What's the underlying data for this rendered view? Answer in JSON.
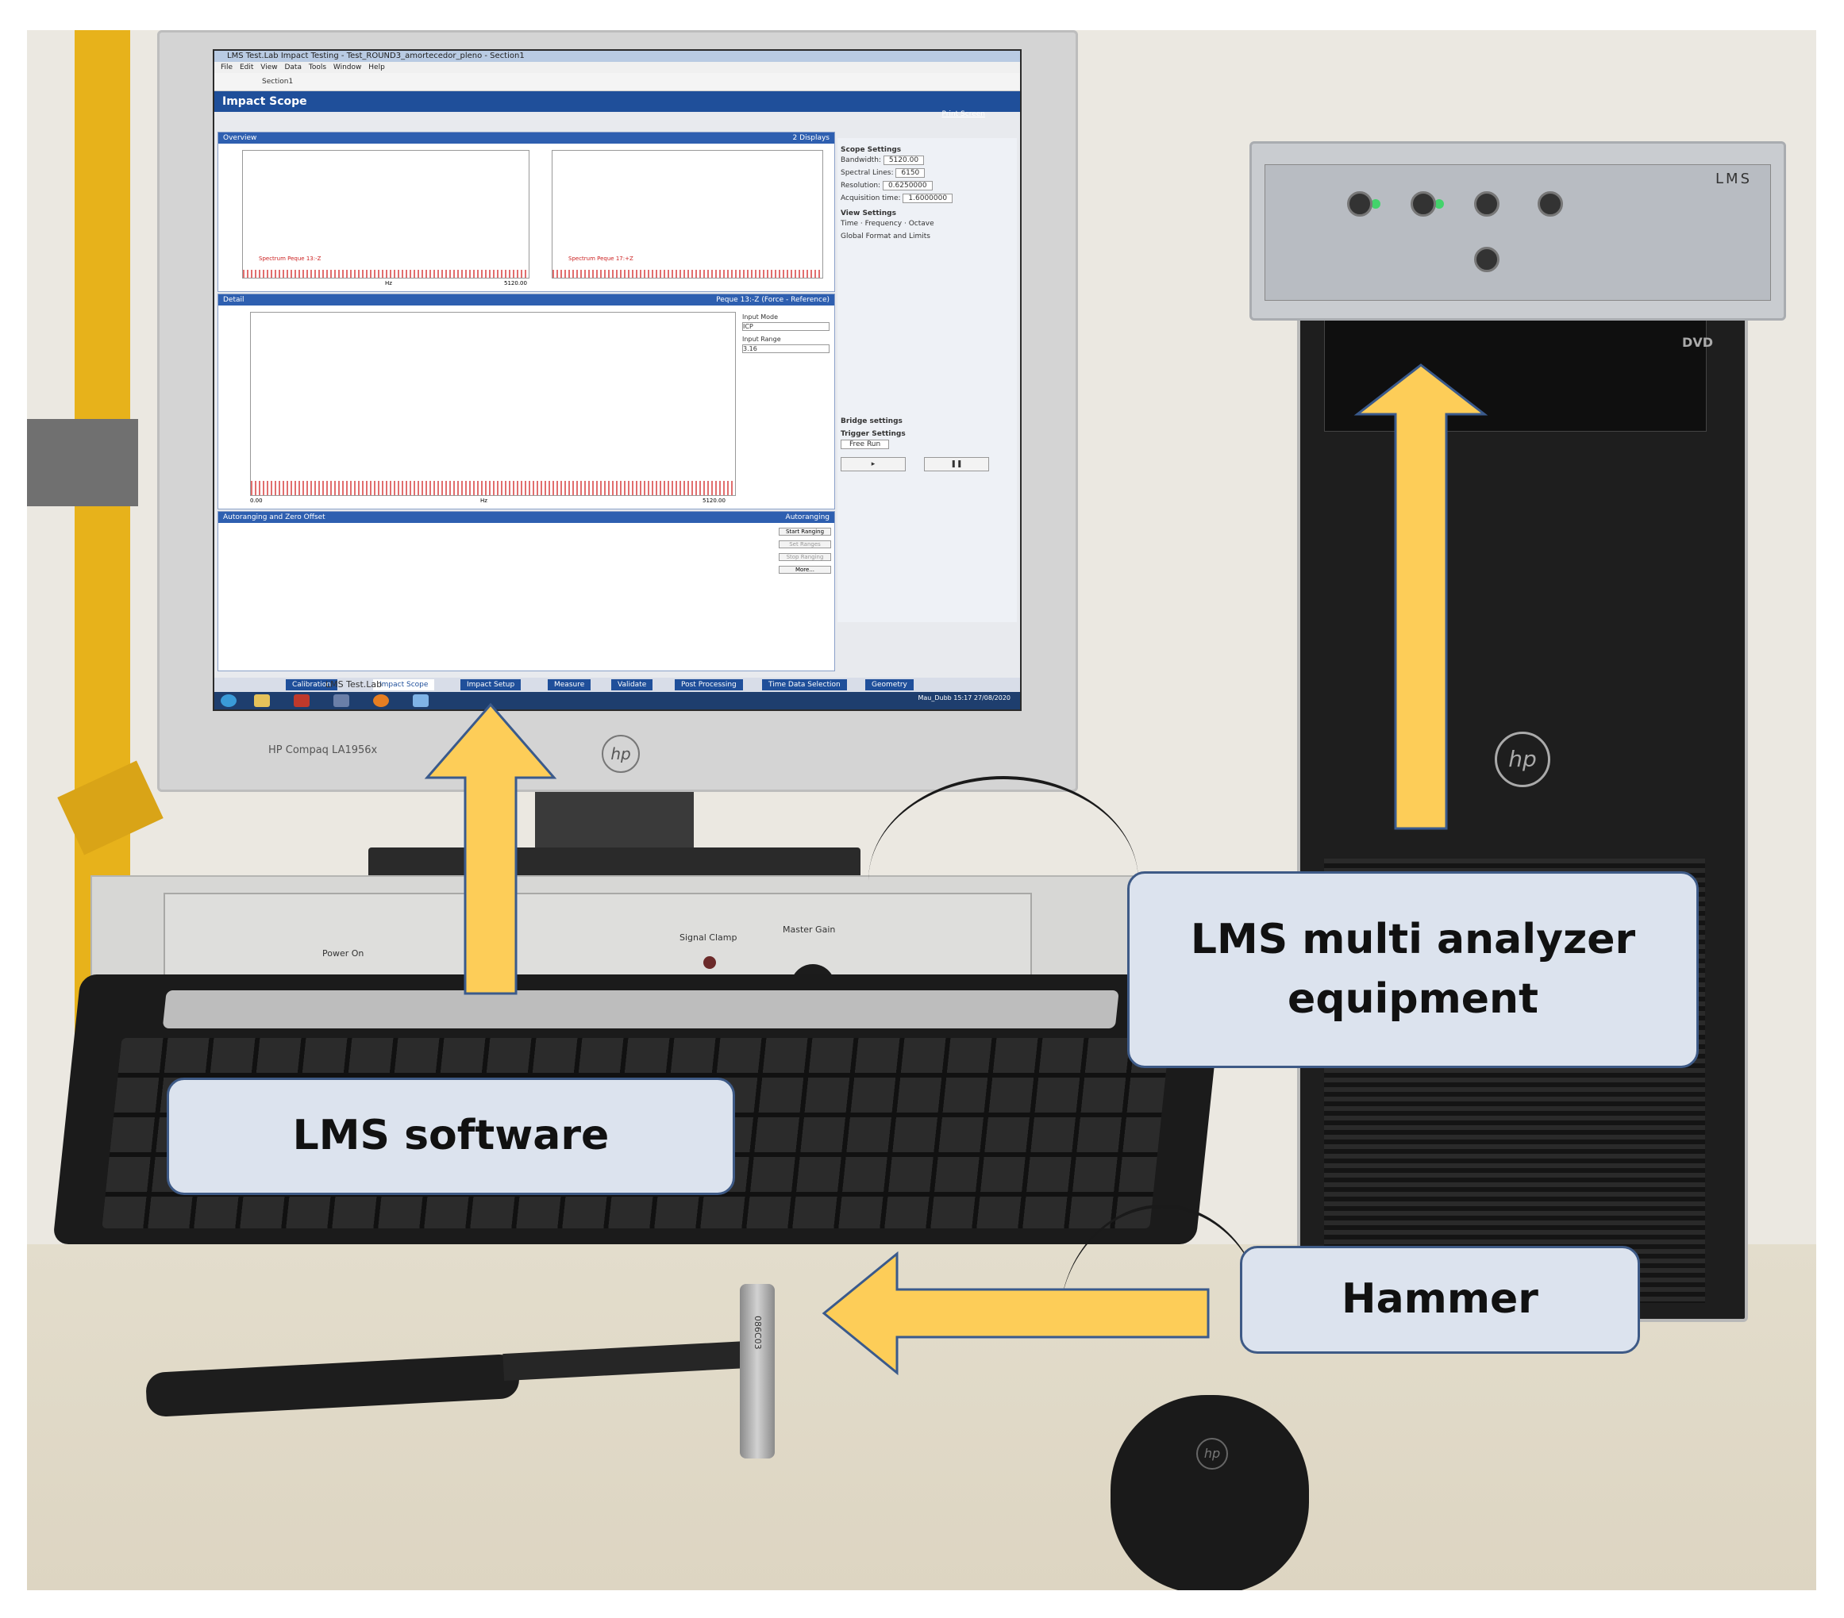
{
  "screen": {
    "window_title": "LMS Test.Lab Impact Testing - Test_ROUND3_amortecedor_pleno - Section1",
    "menu": [
      "File",
      "Edit",
      "View",
      "Data",
      "Tools",
      "Window",
      "Help"
    ],
    "toolbar_section": "Section1",
    "app_title": "Impact Scope",
    "print_screen": "Print Screen",
    "overview_label": "Overview",
    "displays_label": "2 Displays",
    "overview_left_trace": "Spectrum Peque 13:-Z",
    "overview_right_trace": "Spectrum Peque 17:+Z",
    "detail_label": "Detail",
    "detail_channel": "Peque 13:-Z (Force - Reference)",
    "x_axis_unit": "Hz",
    "x_axis_end": "5120.00",
    "x_axis_start": "0.00",
    "autorange_label": "Autoranging and Zero Offset",
    "autoranging_menu": "Autoranging",
    "autorange_buttons": [
      "Start Ranging",
      "Set Ranges",
      "Stop Ranging",
      "More..."
    ],
    "scope_settings_title": "Scope Settings",
    "scope_settings": [
      {
        "label": "Bandwidth:",
        "value": "5120.00"
      },
      {
        "label": "Spectral Lines:",
        "value": "6150"
      },
      {
        "label": "Resolution:",
        "value": "0.6250000"
      },
      {
        "label": "Acquisition time:",
        "value": "1.6000000"
      }
    ],
    "view_settings_title": "View Settings",
    "view_function_options": [
      "Time",
      "Frequency",
      "Octave"
    ],
    "global_format": "Global Format and Limits",
    "input_mode_label": "Input Mode",
    "input_mode_value": "ICP",
    "input_range_label": "Input Range",
    "input_range_value": "3.16",
    "bridge_settings": "Bridge settings",
    "trigger_settings": "Trigger Settings",
    "trigger_mode": "Free Run",
    "wizard_steps": [
      "Calibration",
      "Impact Scope",
      "Impact Setup",
      "Measure",
      "Validate",
      "Post Processing",
      "Time Data Selection",
      "Geometry"
    ],
    "wizard_active_index": 1,
    "app_brand": "LMS Test.Lab",
    "taskbar_user": "Mau_Dubb",
    "clock_time": "15:17",
    "clock_date": "27/08/2020"
  },
  "hardware": {
    "monitor_brand": "HP Compaq LA1956x",
    "amp_power": "Power On",
    "amp_signal": "Signal Clamp",
    "amp_gain": "Master Gain",
    "analyzer_logo": "LMS",
    "tower_drive": "DVD",
    "hammer_model": "086C03"
  },
  "callouts": {
    "software": "LMS software",
    "analyzer_line1": "LMS multi analyzer",
    "analyzer_line2": "equipment",
    "hammer": "Hammer"
  },
  "colors": {
    "arrow_fill": "#fdcd58",
    "arrow_stroke": "#3a5a8c",
    "callout_fill": "#dce3ee",
    "callout_border": "#3e5a86",
    "app_blue": "#1f4f9a"
  }
}
